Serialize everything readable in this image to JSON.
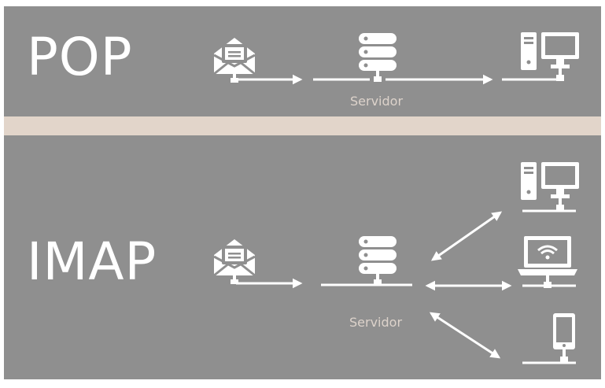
{
  "pop": {
    "title": "POP",
    "server_label": "Servidor",
    "icons": [
      "email-envelope-icon",
      "server-icon",
      "desktop-computer-icon"
    ]
  },
  "imap": {
    "title": "IMAP",
    "server_label": "Servidor",
    "icons": [
      "email-envelope-icon",
      "server-icon",
      "desktop-computer-icon",
      "laptop-wifi-icon",
      "mobile-phone-icon"
    ]
  },
  "colors": {
    "panel": "#8f8f8f",
    "divider": "#e2d5ca",
    "icon": "#ffffff",
    "caption": "#ddd3cb"
  }
}
